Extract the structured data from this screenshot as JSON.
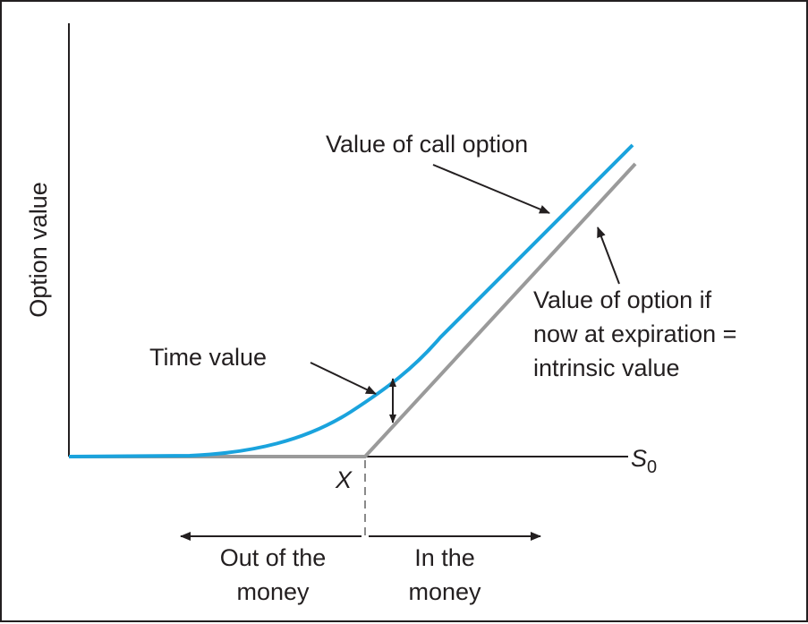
{
  "labels": {
    "y_axis": "Option value",
    "x_axis": "S",
    "x_axis_subscript": "0",
    "strike": "X",
    "call_value": "Value of call option",
    "intrinsic_line1": "Value of option if",
    "intrinsic_line2": "now at expiration =",
    "intrinsic_line3": "intrinsic value",
    "time_value": "Time value",
    "out_line1": "Out of the",
    "out_line2": "money",
    "in_line1": "In the",
    "in_line2": "money"
  },
  "colors": {
    "call_curve": "#1aa3dd",
    "intrinsic_line": "#9a9a9a",
    "axes": "#231f20",
    "text": "#231f20"
  }
}
